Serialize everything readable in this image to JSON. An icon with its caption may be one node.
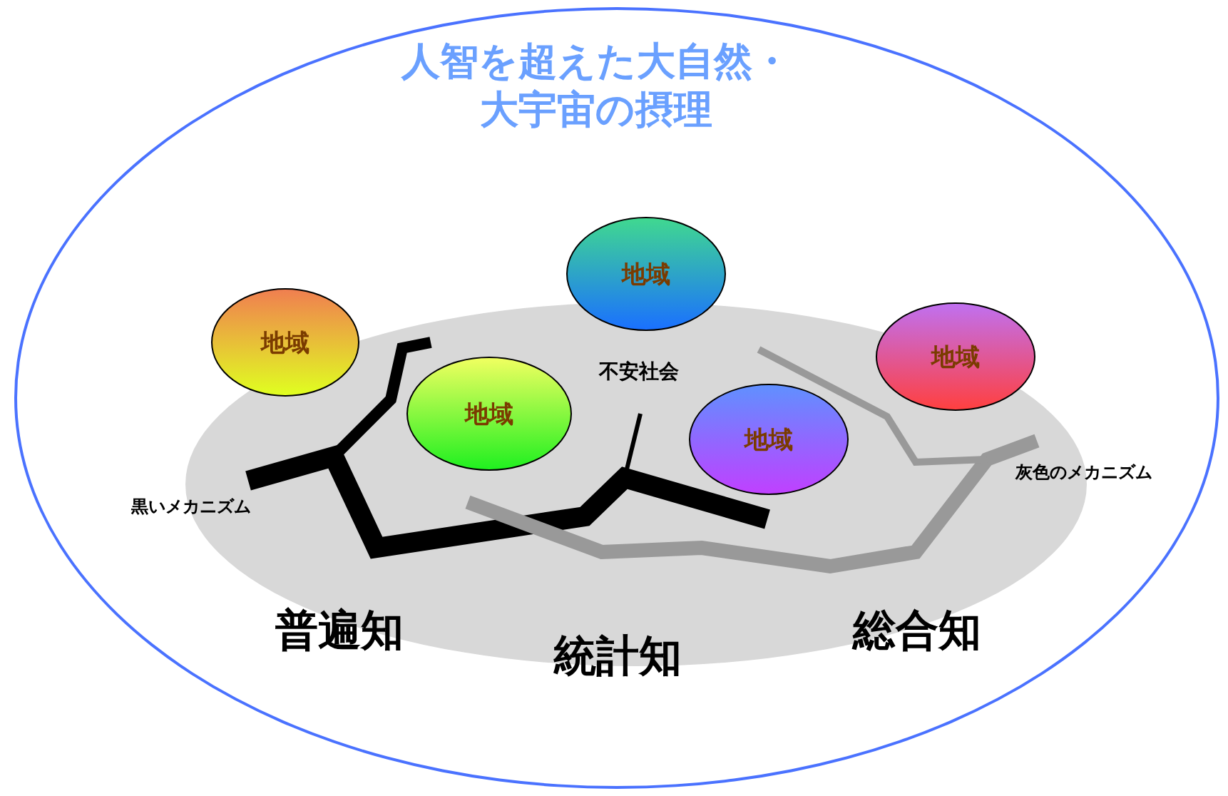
{
  "diagram": {
    "nodes": [
      {
        "text": [
          "人智を超えた大自然・大宇宙の摂理"
        ]
      },
      {
        "text": [],
        "shape": "ellipse",
        "in": 0
      },
      {
        "text": [
          "地域"
        ],
        "in": 0
      },
      {
        "text": [
          "地域"
        ],
        "in": 0
      },
      {
        "text": [
          "地域"
        ],
        "in": 1
      },
      {
        "text": [
          "地域"
        ],
        "in": 1
      },
      {
        "text": [
          "地域"
        ],
        "in": 1
      }
    ],
    "edges": [],
    "labels": [
      "不安社会",
      "黒いメカニズム",
      "灰色のメカニズム",
      "普遍知",
      "統計知",
      "総合知"
    ]
  }
}
